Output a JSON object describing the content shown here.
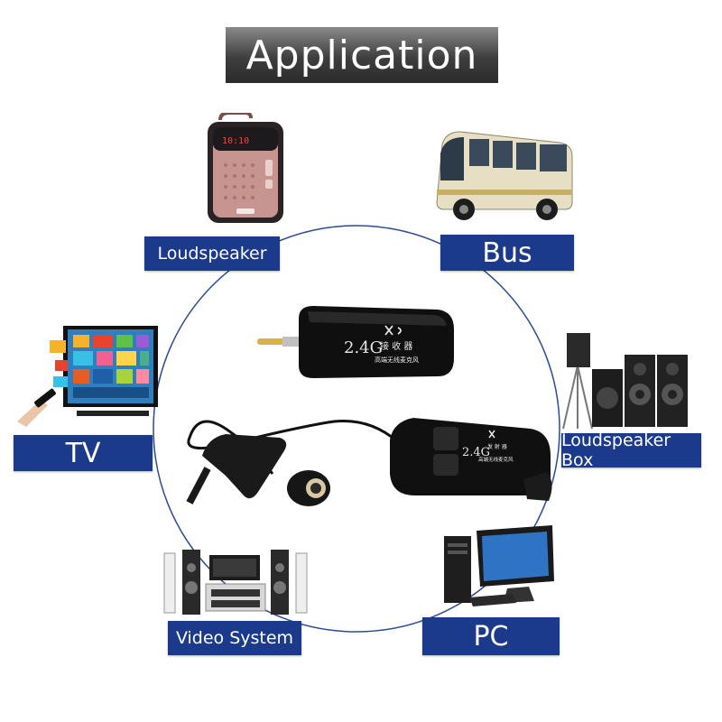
{
  "title": "Application",
  "labels": {
    "loudspeaker": "Loudspeaker",
    "bus": "Bus",
    "tv": "TV",
    "loudspeaker_box": "Loudspeaker Box",
    "video_system": "Video System",
    "pc": "PC"
  },
  "receiver": {
    "band": "2.4G",
    "text_line1": "接 收 器",
    "text_line2": "高端无线麦克风"
  },
  "transmitter": {
    "band": "2.4G",
    "text_line1": "发 射 器",
    "text_line2": "高端无线麦克风"
  },
  "speaker_display": "10:10",
  "colors": {
    "label_bg": "#1b3a8c",
    "title_bg": "#3e3e3e",
    "ring": "#1b3a8c"
  }
}
